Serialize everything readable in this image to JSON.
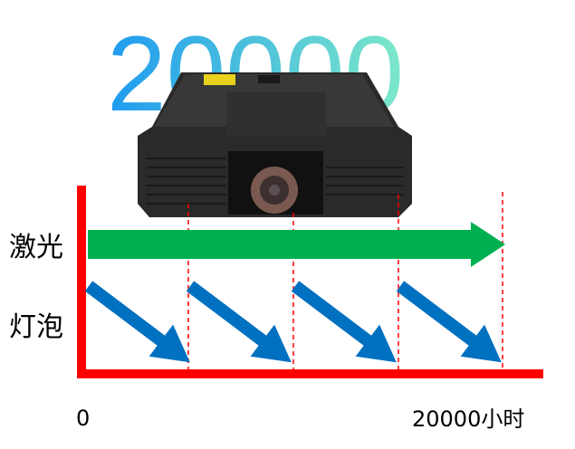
{
  "headline": "20000",
  "rows": {
    "laser": "激光",
    "lamp": "灯泡"
  },
  "axis": {
    "start": "0",
    "end": "20000小时"
  },
  "colors": {
    "axis": "#ff0000",
    "laser": "#00b050",
    "lamp": "#0070c0",
    "headline_from": "#1e9bf0",
    "headline_to": "#7de8c8"
  }
}
